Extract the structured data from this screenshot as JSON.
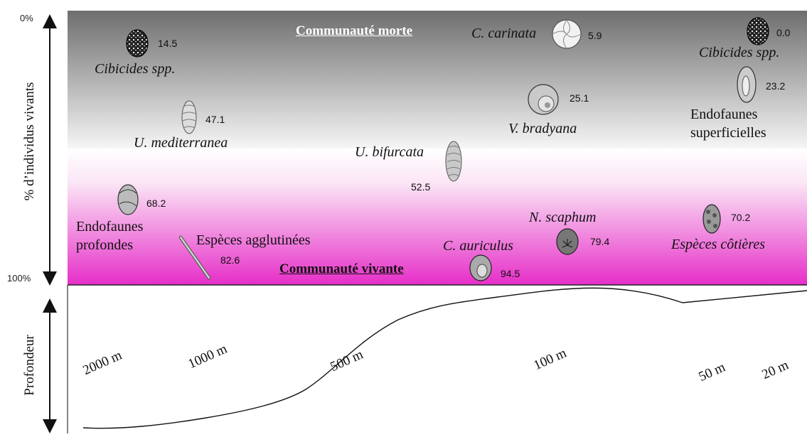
{
  "axes": {
    "top_percent": "0%",
    "bottom_percent": "100%",
    "vertical_label": "% d’individus vivants",
    "depth_label": "Profondeur"
  },
  "communities": {
    "dead": "Communauté morte",
    "living": "Communauté vivante"
  },
  "depths": [
    "2000 m",
    "1000 m",
    "500 m",
    "100 m",
    "50 m",
    "20 m"
  ],
  "taxa": [
    {
      "name": "Cibicides spp.",
      "value": "14.5"
    },
    {
      "name": "U. mediterranea",
      "value": "47.1"
    },
    {
      "name": "Endofaunes\nprofondes",
      "value": "68.2"
    },
    {
      "name": "Espèces agglutinées",
      "value": "82.6"
    },
    {
      "name": "U. bifurcata",
      "value": "52.5"
    },
    {
      "name": "C. carinata",
      "value": "5.9"
    },
    {
      "name": "V. bradyana",
      "value": "25.1"
    },
    {
      "name": "N. scaphum",
      "value": "79.4"
    },
    {
      "name": "C. auriculus",
      "value": "94.5"
    },
    {
      "name": "Cibicides spp.",
      "value": "0.0"
    },
    {
      "name": "Endofaunes\nsuperficielles",
      "value": "23.2"
    },
    {
      "name": "Espèces côtières",
      "value": "70.2"
    }
  ],
  "colors": {
    "dead_band_top": "#6e6e6e",
    "dead_band_bottom": "#f4f4f4",
    "living_band_top": "#ffffff",
    "living_band_bottom": "#e62ec8"
  }
}
